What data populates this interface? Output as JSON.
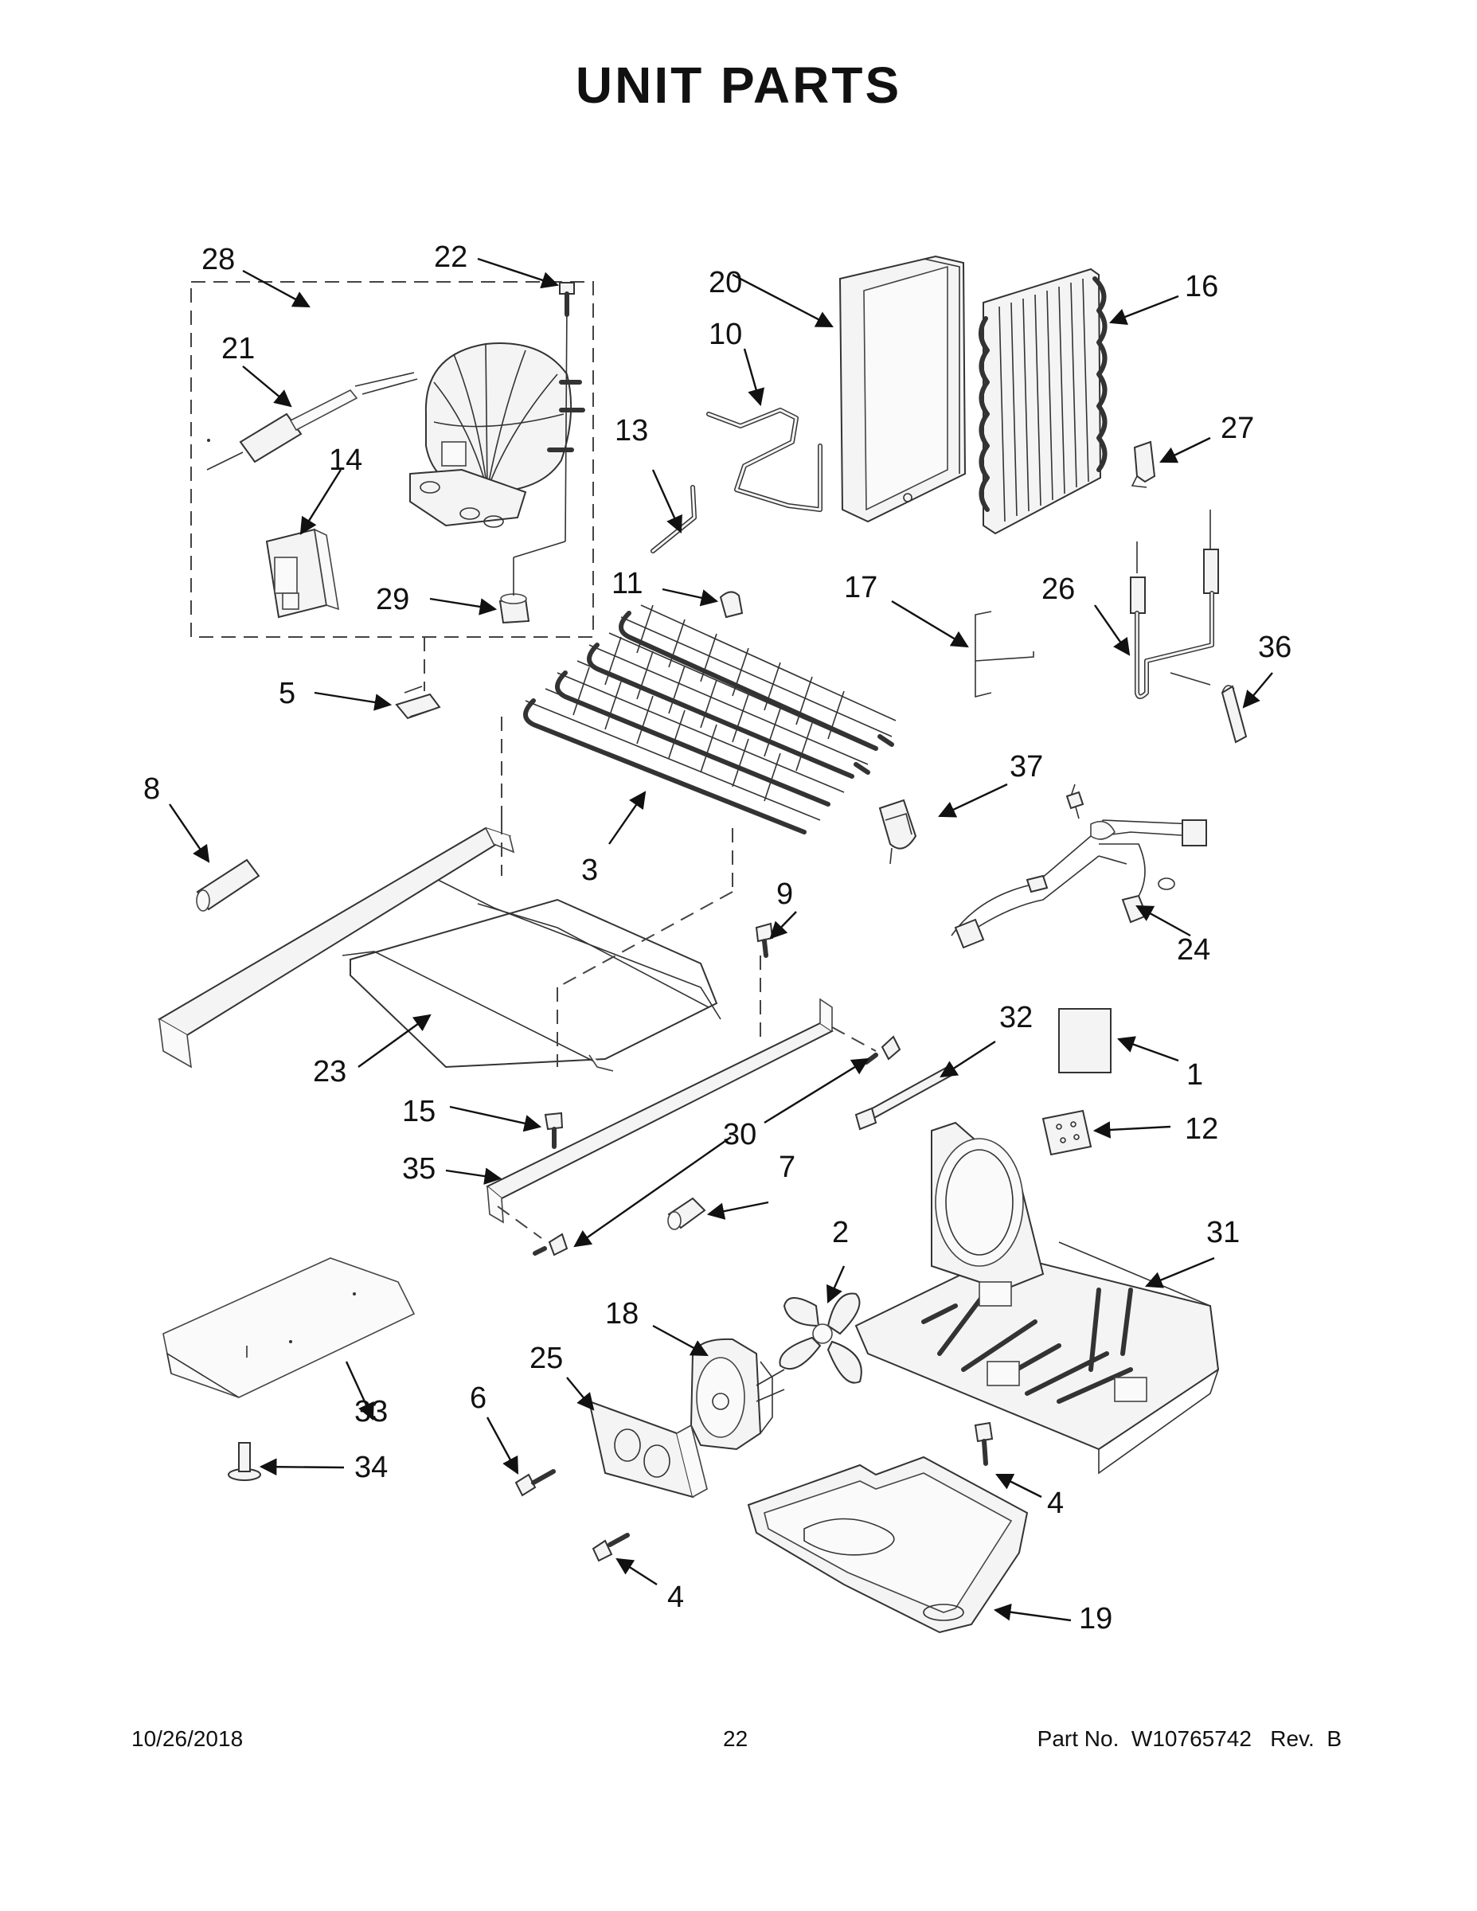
{
  "title": "UNIT  PARTS",
  "footer": {
    "date": "10/26/2018",
    "page_number": "22",
    "part_number": "Part No.  W10765742   Rev.  B"
  },
  "callouts": {
    "c1": "1",
    "c2": "2",
    "c3": "3",
    "c4a": "4",
    "c4b": "4",
    "c5": "5",
    "c6": "6",
    "c7": "7",
    "c8": "8",
    "c9": "9",
    "c10": "10",
    "c11": "11",
    "c12": "12",
    "c13": "13",
    "c14": "14",
    "c15": "15",
    "c16": "16",
    "c17": "17",
    "c18": "18",
    "c19": "19",
    "c20": "20",
    "c21": "21",
    "c22": "22",
    "c23": "23",
    "c24": "24",
    "c25": "25",
    "c26": "26",
    "c27": "27",
    "c28": "28",
    "c29": "29",
    "c30a": "30",
    "c30b": "30",
    "c31": "31",
    "c32": "32",
    "c33": "33",
    "c34": "34",
    "c35": "35",
    "c36": "36",
    "c37": "37"
  }
}
